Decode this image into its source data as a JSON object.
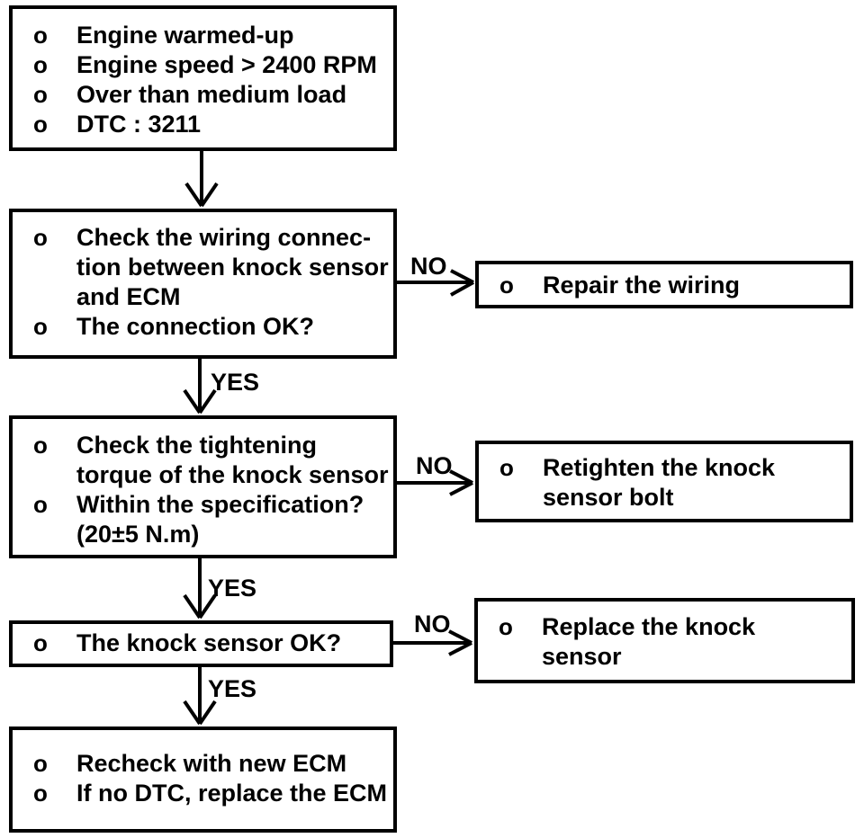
{
  "diagram": {
    "bullet_marker": "o",
    "boxes": {
      "conditions": {
        "items": [
          "Engine warmed-up",
          "Engine speed > 2400 RPM",
          "Over than medium load",
          "DTC : 3211"
        ]
      },
      "check_wiring": {
        "items": [
          "Check the wiring connec-\ntion between knock sensor\nand ECM",
          "The connection OK?"
        ]
      },
      "repair_wiring": {
        "items": [
          "Repair the wiring"
        ]
      },
      "check_torque": {
        "items": [
          "Check the tightening\ntorque of the knock sensor",
          "Within the specification?\n(20±5 N.m)"
        ]
      },
      "retighten_bolt": {
        "items": [
          "Retighten the knock\nsensor bolt"
        ]
      },
      "knock_sensor_ok": {
        "items": [
          "The knock sensor OK?"
        ]
      },
      "replace_sensor": {
        "items": [
          "Replace the knock\nsensor"
        ]
      },
      "recheck_ecm": {
        "items": [
          "Recheck with new ECM",
          "If no DTC, replace the ECM"
        ]
      }
    },
    "labels": {
      "yes": "YES",
      "no": "NO"
    },
    "colors": {
      "ink": "#000000",
      "paper": "#ffffff"
    }
  }
}
